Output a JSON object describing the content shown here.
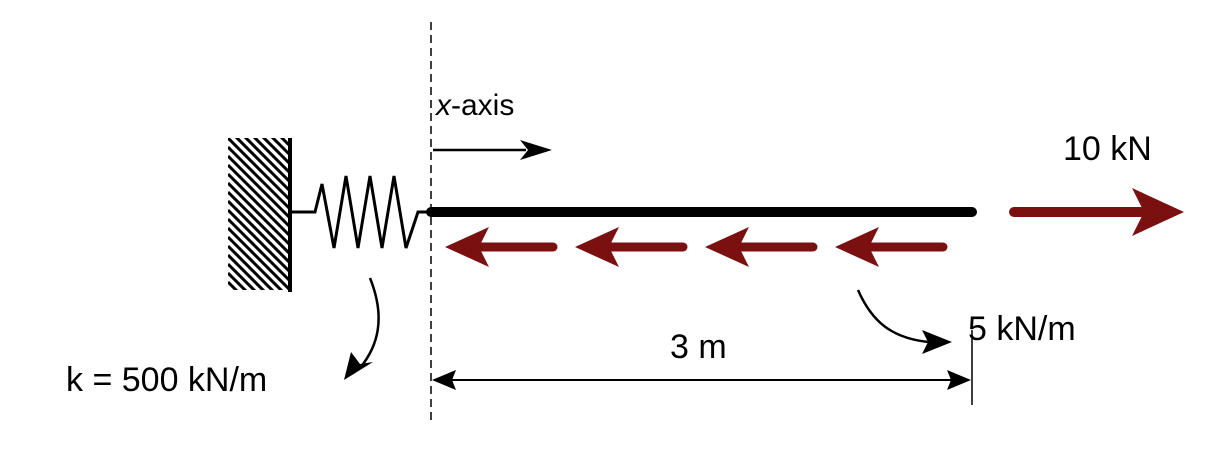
{
  "labels": {
    "axis_var": "x",
    "axis_suffix": "-axis",
    "point_force": "10 kN",
    "spring_stiffness": "k = 500 kN/m",
    "distributed_load": "5 kN/m",
    "length": "3 m"
  },
  "colors": {
    "ink": "#000000",
    "load": "#7b1010"
  },
  "distributed_arrow_count": 4
}
